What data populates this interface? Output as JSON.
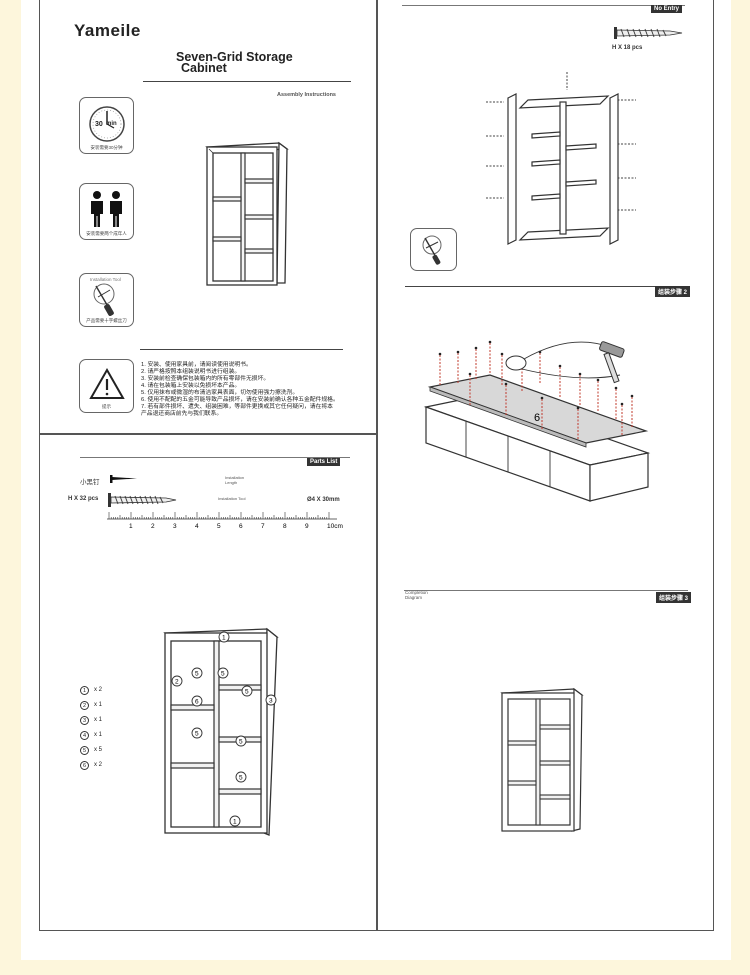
{
  "brand": "Yameile",
  "product_title_line1": "Seven-Grid Storage",
  "product_title_line2": "Cabinet",
  "assembly_instructions": "Assembly Instructions",
  "icons": {
    "time_value": "30",
    "time_unit": "min",
    "time_caption": "安装需要30分钟",
    "people_caption": "安装需要两个成年人",
    "tool_label": "Installation Tool",
    "tool_caption": "产品需要十字螺丝刀",
    "warning_caption": "提示"
  },
  "warnings": [
    "1. 安装、使用家具前，请阅读使用说明书。",
    "2. 请严格按照本组装说明书进行组装。",
    "3. 安装前检查确保包装箱内的所有零部件无损坏。",
    "4. 请在包装箱上安装以免损坏本产品。",
    "5. 仅用抹布或微湿的布清洁家具表面，切勿使用强力擦洗剂。",
    "6. 使用不配配的五金可能导致产品损坏，请在安装前确认各种五金配件规格。",
    "7. 若有部件损坏、遗失、组装困难，等部件更换或其它任何疑问，请在将本",
    "   产品退还商店前先与我们联系。"
  ],
  "parts_list": {
    "tag": "Parts List",
    "nail_label": "小黑钉",
    "screw_count": "H X 32 pcs",
    "tool_label": "Installation Tool",
    "spec": "Ø4 X 30mm",
    "length_label": "Installation Length",
    "ruler_ticks": [
      "1",
      "2",
      "3",
      "4",
      "5",
      "6",
      "7",
      "8",
      "9",
      "10cm"
    ]
  },
  "part_labels": [
    "1",
    "2",
    "3",
    "4",
    "5",
    "6"
  ],
  "part_counts": [
    {
      "id": "1",
      "qty": "x 2"
    },
    {
      "id": "2",
      "qty": "x 1"
    },
    {
      "id": "3",
      "qty": "x 1"
    },
    {
      "id": "4",
      "qty": "x 1"
    },
    {
      "id": "5",
      "qty": "x 5"
    },
    {
      "id": "6",
      "qty": "x 2"
    }
  ],
  "step1": {
    "tag": "No Entry",
    "screw_count": "H X 18 pcs"
  },
  "step2": {
    "tag": "组装步骤 2",
    "board_label": "6"
  },
  "step3": {
    "label": "Completion Diagram",
    "tag": "组装步骤 3"
  }
}
